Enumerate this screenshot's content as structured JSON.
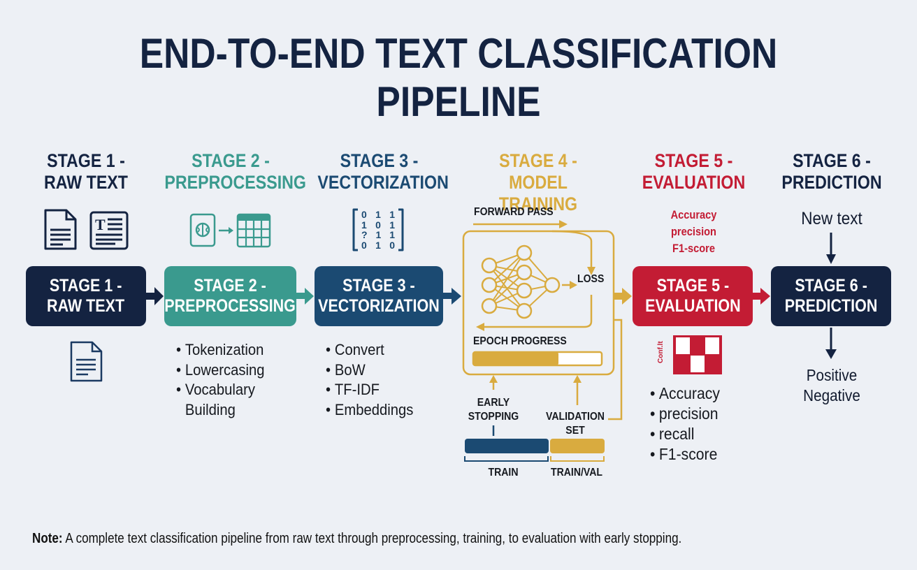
{
  "title": "END-TO-END TEXT CLASSIFICATION PIPELINE",
  "colors": {
    "background": "#edf0f5",
    "navy": "#142341",
    "teal": "#3a9a8e",
    "blue": "#1b4a72",
    "gold": "#d9ab3f",
    "red": "#c31c34"
  },
  "stages": [
    {
      "heading_line1": "STAGE 1 -",
      "heading_line2": "RAW TEXT",
      "box_line1": "STAGE 1 -",
      "box_line2": "RAW TEXT",
      "icons": [
        "document-icon",
        "text-document-icon"
      ],
      "below_icon": "document-icon"
    },
    {
      "heading_line1": "STAGE 2 -",
      "heading_line2": "PREPROCESSING",
      "box_line1": "STAGE 2 -",
      "box_line2": "PREPROCESSING",
      "icons": [
        "brain-document-icon",
        "arrow-right-icon",
        "table-grid-icon"
      ],
      "bullets": [
        "Tokenization",
        "Lowercasing",
        "Vocabulary",
        "Building"
      ]
    },
    {
      "heading_line1": "STAGE 3 -",
      "heading_line2": "VECTORIZATION",
      "box_line1": "STAGE 3 -",
      "box_line2": "VECTORIZATION",
      "matrix": [
        [
          "0",
          "1",
          "1"
        ],
        [
          "1",
          "0",
          "1"
        ],
        [
          "?",
          "1",
          "1"
        ],
        [
          "0",
          "1",
          "0"
        ]
      ],
      "bullets": [
        "Convert",
        "BoW",
        "TF-IDF",
        "Embeddings"
      ]
    },
    {
      "heading_line1": "STAGE 4 -",
      "heading_line2": "MODEL TRAINING",
      "forward_pass": "FORWARD PASS",
      "loss": "LOSS",
      "epoch_progress": "EPOCH PROGRESS",
      "epoch_progress_percent": 66,
      "early_stopping_line1": "EARLY",
      "early_stopping_line2": "STOPPING",
      "validation_line1": "VALIDATION",
      "validation_line2": "SET",
      "split_train": "TRAIN",
      "split_trainval": "TRAIN/VAL"
    },
    {
      "heading_line1": "STAGE 5 -",
      "heading_line2": "EVALUATION",
      "box_line1": "STAGE 5 -",
      "box_line2": "EVALUATION",
      "metrics_top": [
        "Accuracy",
        "precision",
        "F1-score"
      ],
      "confusion_label": "Conf.lt",
      "bullets": [
        "Accuracy",
        "precision",
        "recall",
        "F1-score"
      ]
    },
    {
      "heading_line1": "STAGE 6 -",
      "heading_line2": "PREDICTION",
      "box_line1": "STAGE 6 -",
      "box_line2": "PREDICTION",
      "input_label": "New text",
      "outputs": [
        "Positive",
        "Negative"
      ]
    }
  ],
  "note": {
    "label": "Note:",
    "text": " A complete text classification pipeline from raw text through preprocessing, training, to evaluation with early stopping."
  }
}
